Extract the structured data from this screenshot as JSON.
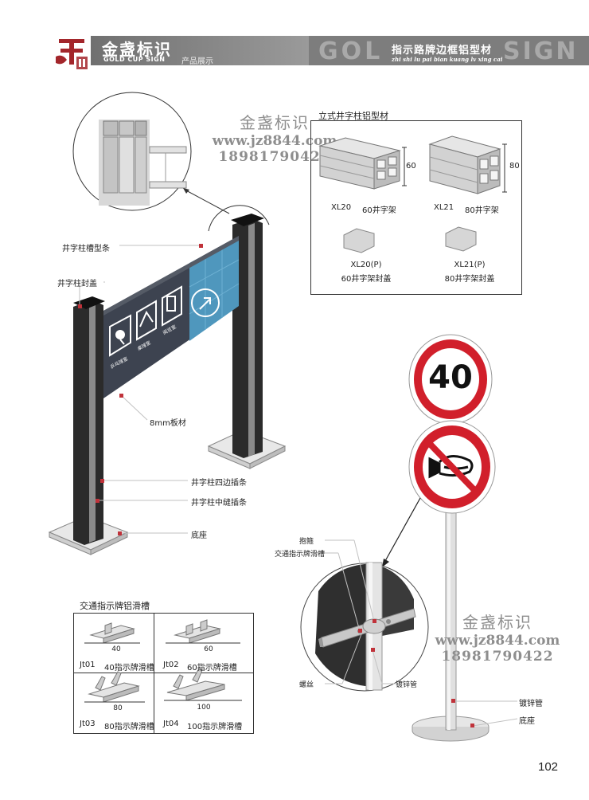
{
  "header": {
    "brand_cn": "金盏标识",
    "brand_en": "GOLD CUP SIGN",
    "brand_sub": "产品展示",
    "ghost_left": "GOL",
    "ghost_right": "SIGN",
    "title": "指示路牌边框铝型材",
    "pinyin": "zhi shi lu pai bian kuang lv xing cai"
  },
  "watermark": {
    "name": "金盏标识",
    "url": "www.jz8844.com",
    "phone": "18981790422"
  },
  "sign_diagram": {
    "labels": {
      "groove_strip": "井字柱槽型条",
      "cap": "井字柱封盖",
      "board": "8mm板材",
      "edge_strip": "井字柱四边插条",
      "middle_strip": "井字柱中缝插条",
      "base": "底座"
    },
    "icon_labels": [
      "乒乓球室",
      "桌球室",
      "阅览室"
    ]
  },
  "profiles": {
    "title": "立式井字柱铝型材",
    "items": [
      {
        "code": "XL20",
        "name": "60井字架",
        "dim": "60",
        "cap_code": "XL20(P)",
        "cap_name": "60井字架封盖"
      },
      {
        "code": "XL21",
        "name": "80井字架",
        "dim": "80",
        "cap_code": "XL21(P)",
        "cap_name": "80井字架封盖"
      }
    ]
  },
  "traffic": {
    "speed": "40",
    "labels": {
      "hoop": "抱箍",
      "slot": "交通指示牌滑槽",
      "screw": "螺丝",
      "galv_pipe_detail": "镀锌管",
      "galv_pipe": "镀锌管",
      "base": "底座"
    }
  },
  "slots": {
    "title": "交通指示牌铝滑槽",
    "items": [
      {
        "code": "Jt01",
        "dim": "40",
        "name": "40指示牌滑槽"
      },
      {
        "code": "Jt02",
        "dim": "60",
        "name": "60指示牌滑槽"
      },
      {
        "code": "Jt03",
        "dim": "80",
        "name": "80指示牌滑槽"
      },
      {
        "code": "Jt04",
        "dim": "100",
        "name": "100指示牌滑槽"
      }
    ]
  },
  "page_number": "102",
  "colors": {
    "header_gray": "#7d7d7d",
    "logo_red": "#a3262b",
    "sign_red": "#d11f2b",
    "panel_dark": "#3d4350",
    "panel_blue": "#4f97bd"
  }
}
